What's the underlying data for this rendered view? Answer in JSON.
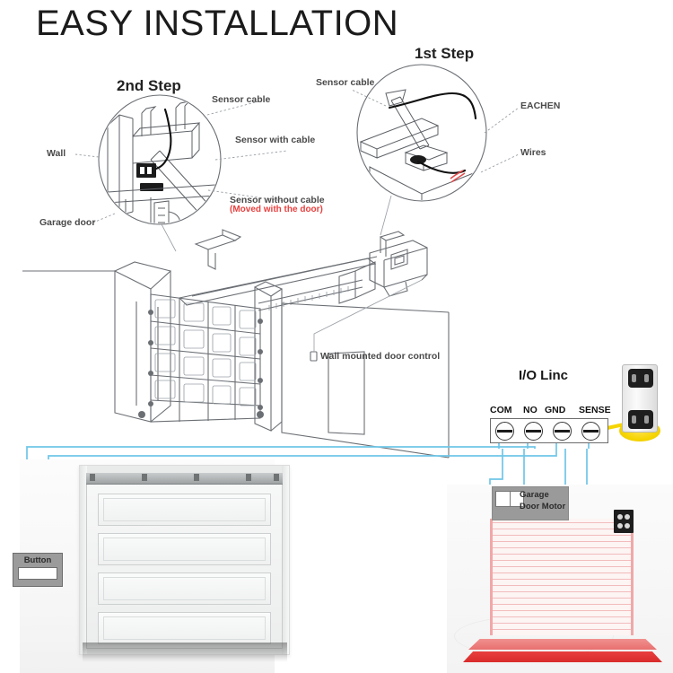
{
  "page": {
    "title": "EASY INSTALLATION",
    "background_color": "#ffffff"
  },
  "colors": {
    "title_text": "#1b1b1b",
    "label_text": "#4a4a4a",
    "red_note": "#e8413f",
    "wire_blue": "#6ec6e8",
    "terminal_border": "#6c6c6c",
    "button_box": "#9b9b9b",
    "motor_box": "#9a9a9a",
    "roll_door_red": "#e8403f",
    "iolinc_base_yellow": "#f5d400"
  },
  "steps": {
    "step_one": {
      "heading": "1st Step",
      "labels": {
        "sensor_cable": "Sensor cable",
        "device_name": "EACHEN",
        "wires": "Wires"
      }
    },
    "step_two": {
      "heading": "2nd Step",
      "labels": {
        "sensor_cable": "Sensor cable",
        "sensor_with_cable": "Sensor with cable",
        "wall": "Wall",
        "garage_door": "Garage door",
        "sensor_without_cable": "Sensor without cable",
        "sensor_without_cable_note": "(Moved with the door)"
      }
    }
  },
  "main_diagram": {
    "wall_control_label": "Wall mounted door control"
  },
  "iolinc": {
    "title": "I/O Linc",
    "terminals": [
      {
        "name": "COM"
      },
      {
        "name": "NO"
      },
      {
        "name": "GND"
      },
      {
        "name": "SENSE"
      }
    ]
  },
  "bottom_scene": {
    "button": {
      "label": "Button"
    },
    "motor": {
      "label_line_1": "Garage",
      "label_line_2": "Door Motor"
    }
  }
}
